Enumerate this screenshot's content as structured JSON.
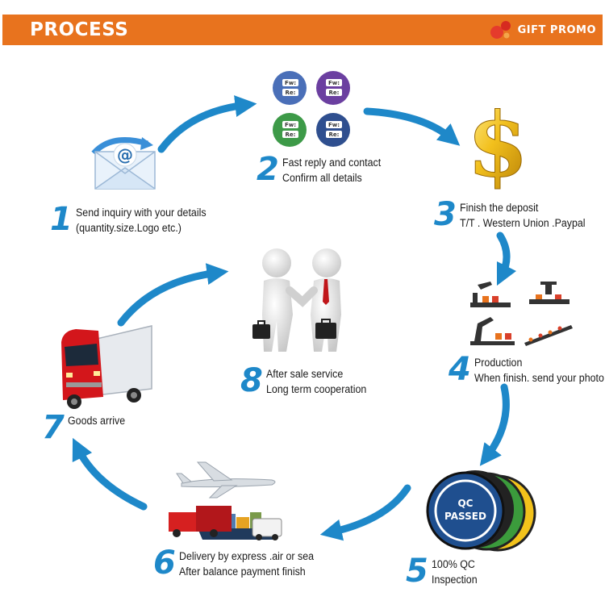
{
  "header": {
    "title": "PROCESS",
    "logo_text": "GIFT PROMO"
  },
  "colors": {
    "header_orange": "#e8731e",
    "arrow_blue": "#1e88c9",
    "number_blue": "#1e88c9"
  },
  "steps": [
    {
      "number": "1",
      "lines": [
        "Send inquiry with your details",
        "(quantity.size.Logo etc.)"
      ],
      "icon": "email-icon"
    },
    {
      "number": "2",
      "lines": [
        "Fast reply and contact",
        "Confirm all details"
      ],
      "icon": "reply-forward-icons",
      "icon_labels": [
        "Fw:",
        "Re:"
      ]
    },
    {
      "number": "3",
      "lines": [
        "Finish the deposit",
        "T/T . Western Union .Paypal"
      ],
      "icon": "dollar-sign-icon"
    },
    {
      "number": "4",
      "lines": [
        "Production",
        "When finish. send your photo"
      ],
      "icon": "factory-icons"
    },
    {
      "number": "5",
      "lines": [
        "100% QC",
        "Inspection"
      ],
      "icon": "qc-passed-badge",
      "badge_lines": [
        "QC",
        "PASSED"
      ]
    },
    {
      "number": "6",
      "lines": [
        "Delivery by express .air or sea",
        "After balance payment finish"
      ],
      "icon": "transport-icon"
    },
    {
      "number": "7",
      "lines": [
        "Goods arrive"
      ],
      "icon": "truck-icon"
    },
    {
      "number": "8",
      "lines": [
        "After sale service",
        "Long term cooperation"
      ],
      "icon": "handshake-icon"
    }
  ]
}
